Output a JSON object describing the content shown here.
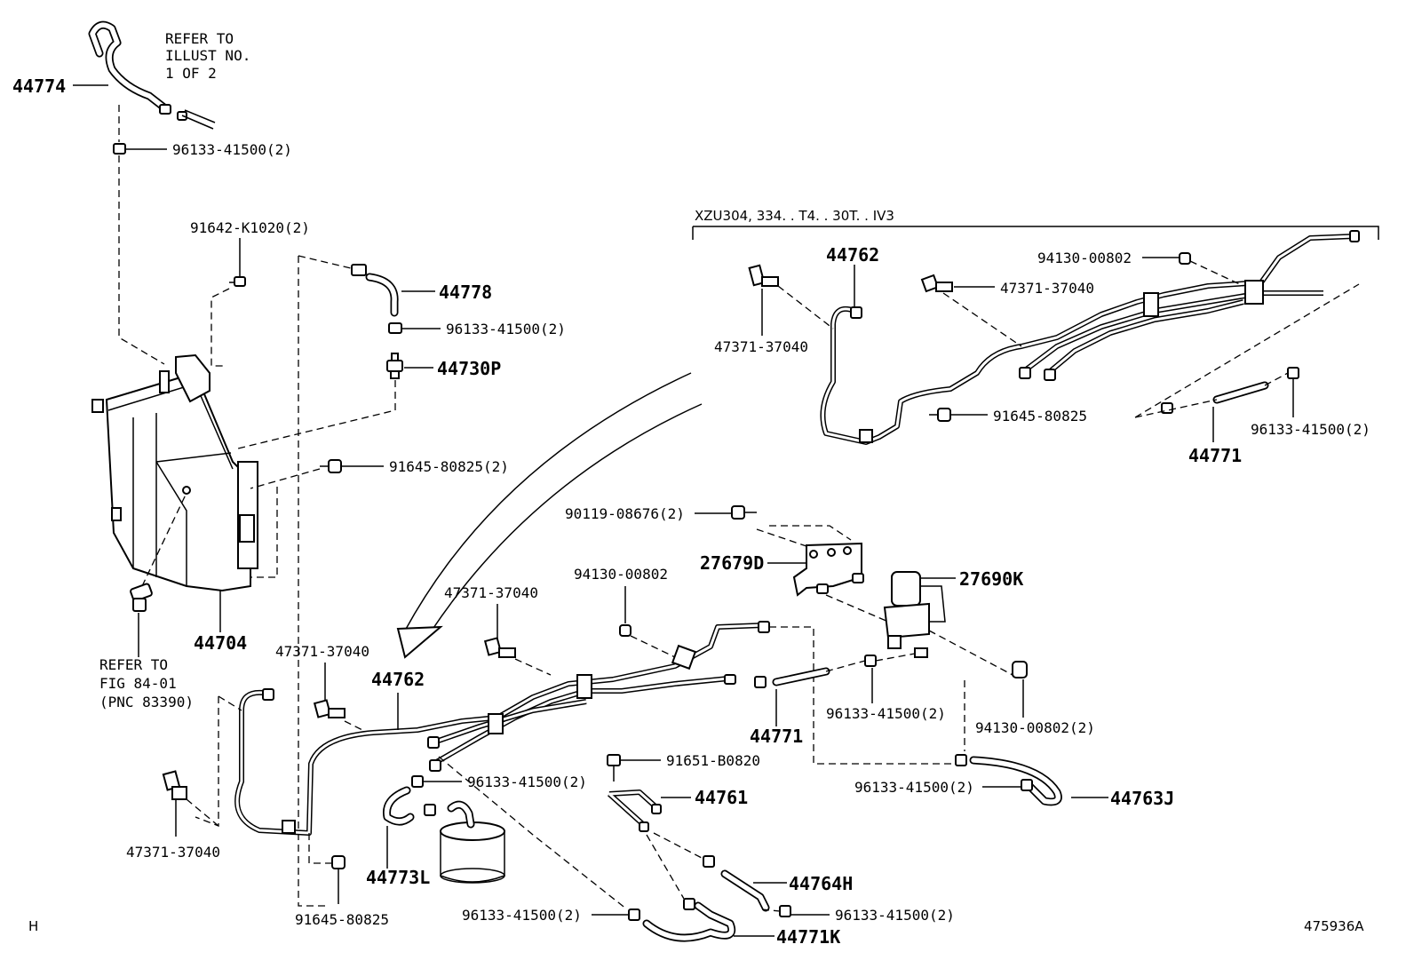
{
  "labels": {
    "p44774": "44774",
    "refer_illust_1": "REFER TO",
    "refer_illust_2": "ILLUST NO.",
    "refer_illust_3": "1 OF 2",
    "p96133_a": "96133-41500(2)",
    "p91642": "91642-K1020(2)",
    "p44778": "44778",
    "p96133_b": "96133-41500(2)",
    "p44730P": "44730P",
    "p91645_a": "91645-80825(2)",
    "p44704": "44704",
    "refer_fig_1": "REFER TO",
    "refer_fig_2": "FIG 84-01",
    "refer_fig_3": "(PNC 83390)",
    "variant": "XZU304, 334. . T4. . 30T. . IV3",
    "p44762_top": "44762",
    "p94130_top": "94130-00802",
    "p47371_top_r": "47371-37040",
    "p47371_top_l": "47371-37040",
    "p91645_top": "91645-80825",
    "p96133_top": "96133-41500(2)",
    "p44771_top": "44771",
    "p90119": "90119-08676(2)",
    "p27679D": "27679D",
    "p27690K": "27690K",
    "p94130_mid": "94130-00802",
    "p47371_mid": "47371-37040",
    "p47371_left": "47371-37040",
    "p44762_mid": "44762",
    "p44771_mid": "44771",
    "p96133_mid": "96133-41500(2)",
    "p94130_right": "94130-00802(2)",
    "p96133_c": "96133-41500(2)",
    "p91651": "91651-B0820",
    "p44761": "44761",
    "p96133_d": "96133-41500(2)",
    "p44763J": "44763J",
    "p47371_bottom": "47371-37040",
    "p44773L": "44773L",
    "p44764H": "44764H",
    "p91645_bottom": "91645-80825",
    "p96133_e": "96133-41500(2)",
    "p96133_f": "96133-41500(2)",
    "p44771K": "44771K",
    "corner_h": "H",
    "fig_code": "475936A"
  }
}
